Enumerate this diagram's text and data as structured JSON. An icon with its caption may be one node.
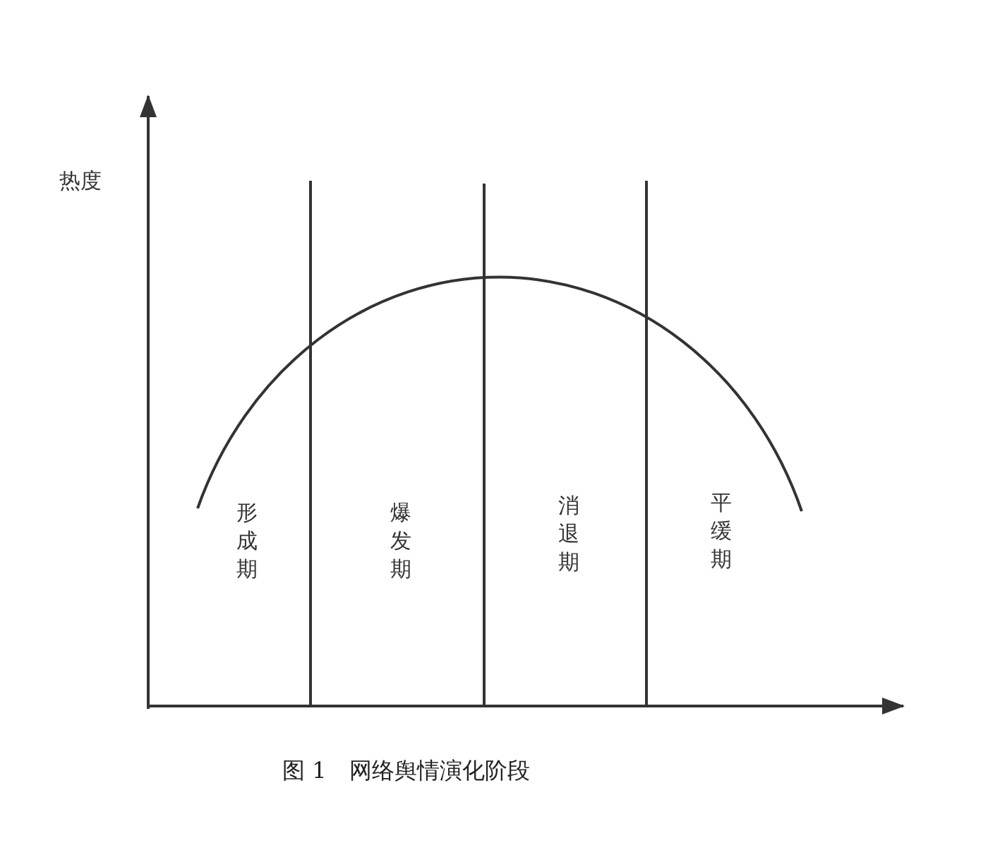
{
  "diagram": {
    "caption": "图 1　网络舆情演化阶段",
    "labels": [
      "热度",
      "形成期",
      "爆发期",
      "消退期",
      "平缓期"
    ]
  }
}
